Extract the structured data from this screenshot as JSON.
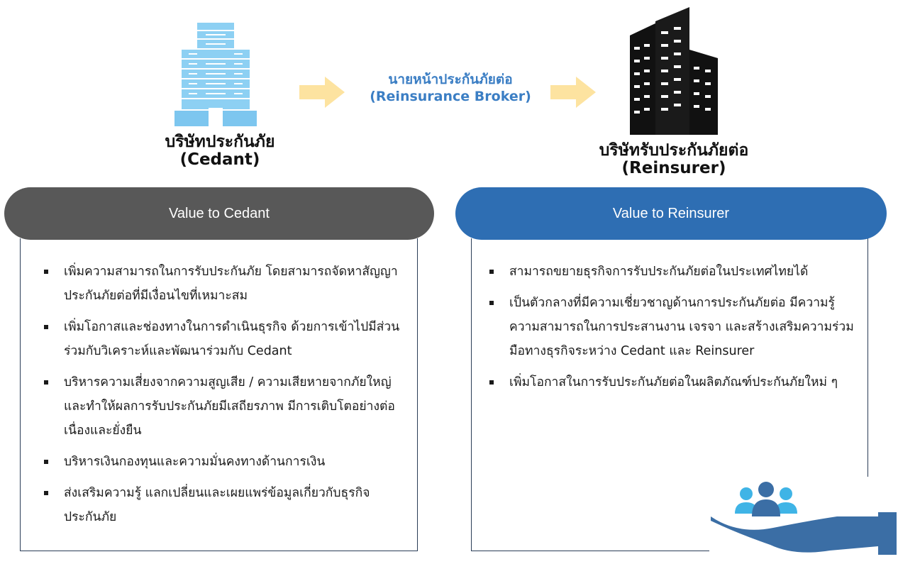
{
  "broker": {
    "label_th": "นายหน้าประกันภัยต่อ",
    "label_en": "(Reinsurance Broker)"
  },
  "cedant": {
    "title_th": "บริษัทประกันภัย",
    "title_en": "(Cedant)",
    "pill_label": "Value to Cedant",
    "bullets": [
      "เพิ่มความสามารถในการรับประกันภัย โดยสามารถจัดหาสัญญาประกันภัยต่อที่มีเงื่อนไขที่เหมาะสม",
      "เพิ่มโอกาสและช่องทางในการดำเนินธุรกิจ ด้วยการเข้าไปมีส่วนร่วมกับวิเคราะห์และพัฒนาร่วมกับ Cedant",
      "บริหารความเสี่ยงจากความสูญเสีย / ความเสียหายจากภัยใหญ่ และทำให้ผลการรับประกันภัยมีเสถียรภาพ มีการเติบโตอย่างต่อเนื่องและยั่งยืน",
      "บริหารเงินกองทุนและความมั่นคงทางด้านการเงิน",
      "ส่งเสริมความรู้ แลกเปลี่ยนและเผยแพร่ข้อมูลเกี่ยวกับธุรกิจประกันภัย"
    ]
  },
  "reinsurer": {
    "title_th": "บริษัทรับประกันภัยต่อ",
    "title_en": "(Reinsurer)",
    "pill_label": "Value to Reinsurer",
    "bullets": [
      "สามารถขยายธุรกิจการรับประกันภัยต่อในประเทศไทยได้",
      "เป็นตัวกลางที่มีความเชี่ยวชาญด้านการประกันภัยต่อ มีความรู้ความสามารถในการประสานงาน เจรจา และสร้างเสริมความร่วมมือทางธุรกิจระหว่าง Cedant และ Reinsurer",
      "เพิ่มโอกาสในการรับประกันภัยต่อในผลิตภัณฑ์ประกันภัยใหม่ ๆ"
    ]
  },
  "colors": {
    "cedant_pill": "#585858",
    "reinsurer_pill": "#2e6eb3",
    "broker_text": "#3b7ec4",
    "arrow": "#fde3a0",
    "building_light": "#7dc6ef",
    "hand": "#3b6ea5"
  }
}
